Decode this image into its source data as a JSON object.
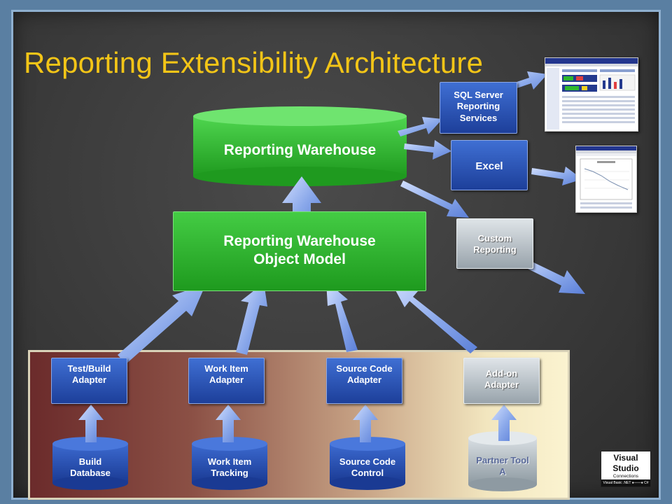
{
  "slide": {
    "title": "Reporting Extensibility Architecture"
  },
  "nodes": {
    "warehouse": "Reporting Warehouse",
    "object_model": [
      "Reporting Warehouse",
      "Object Model"
    ],
    "sql_server": [
      "SQL Server",
      "Reporting",
      "Services"
    ],
    "excel": "Excel",
    "custom_reporting": [
      "Custom",
      "Reporting"
    ],
    "adapters": [
      [
        "Test/Build",
        "Adapter"
      ],
      [
        "Work Item",
        "Adapter"
      ],
      [
        "Source Code",
        "Adapter"
      ],
      [
        "Add-on",
        "Adapter"
      ]
    ],
    "sources": [
      [
        "Build",
        "Database"
      ],
      [
        "Work Item",
        "Tracking"
      ],
      [
        "Source Code",
        "Control"
      ],
      [
        "Partner Tool",
        "A"
      ]
    ]
  },
  "logo": {
    "line1": "Visual",
    "line2": "Studio",
    "line3": "Connections",
    "footer": "Visual Basic .NET ●——● C#"
  },
  "colors": {
    "title": "#f3c517",
    "green": "#2fb52f",
    "blue_box": "#2a52b8",
    "grey_box": "#b8c0c6",
    "arrow": "#9fb8ee"
  }
}
